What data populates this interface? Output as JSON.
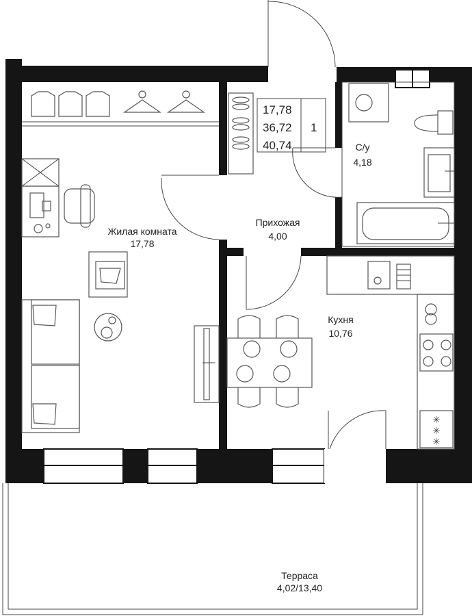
{
  "summary": {
    "living_area": "17,78",
    "total_area": "36,72",
    "total_with_terrace": "40,74",
    "room_count": "1"
  },
  "rooms": {
    "living": {
      "name": "Жилая комната",
      "area": "17,78"
    },
    "hallway": {
      "name": "Прихожая",
      "area": "4,00"
    },
    "bathroom": {
      "name": "С/у",
      "area": "4,18"
    },
    "kitchen": {
      "name": "Кухня",
      "area": "10,76"
    },
    "terrace": {
      "name": "Терраса",
      "area": "4,02/13,40"
    }
  },
  "colors": {
    "wall": "#151515",
    "background": "#ffffff",
    "line": "#444444"
  }
}
